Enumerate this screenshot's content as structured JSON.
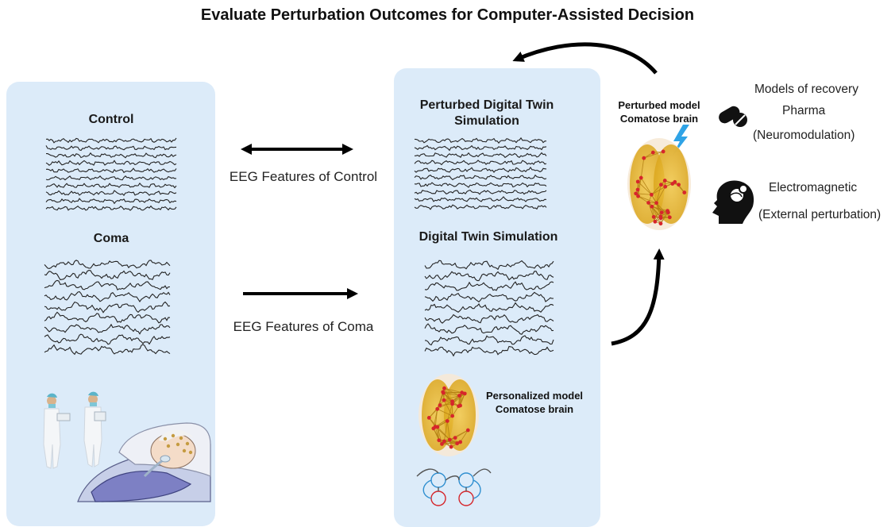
{
  "title": "Evaluate Perturbation Outcomes for Computer-Assisted Decision",
  "left_panel": {
    "control_label": "Control",
    "coma_label": "Coma"
  },
  "arrows": {
    "control_features": "EEG Features of Control",
    "coma_features": "EEG Features of Coma"
  },
  "mid_panel": {
    "perturbed_title": "Perturbed Digital Twin Simulation",
    "twin_title": "Digital Twin Simulation",
    "personalized_label_1": "Personalized model",
    "personalized_label_2": "Comatose brain"
  },
  "perturbed_model": {
    "line1": "Perturbed model",
    "line2": "Comatose brain"
  },
  "recovery": {
    "header": "Models of recovery",
    "pharma": "Pharma",
    "pharma_sub": "(Neuromodulation)",
    "electro": "Electromagnetic",
    "electro_sub": "(External perturbation)"
  },
  "colors": {
    "panel": "#dcebf9",
    "brain": "#e8b81e",
    "node": "#d6262b",
    "bolt": "#2fa3e6"
  },
  "icons": [
    "pill-icon",
    "head-brain-icon",
    "lightning-icon",
    "doctor-figure",
    "patient-figure",
    "brain-network-icon",
    "circuit-diagram-icon"
  ]
}
